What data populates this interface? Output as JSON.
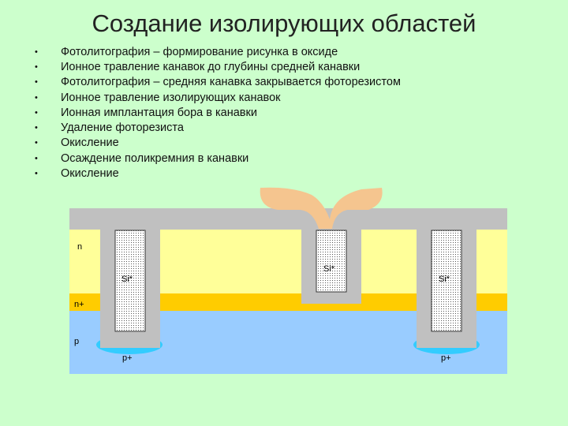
{
  "title": "Создание изолирующих областей",
  "bullets": [
    "Фотолитография – формирование рисунка в оксиде",
    "Ионное травление канавок до глубины средней канавки",
    "Фотолитография – средняя канавка закрывается фоторезистом",
    "Ионное травление изолирующих канавок",
    "Ионная имплантация бора в канавки",
    "Удаление фоторезиста",
    "Окисление",
    "Осаждение поликремния в канавки",
    "Окисление"
  ],
  "bullet_symbol": "•",
  "diagram": {
    "labels": {
      "n_layer": "n",
      "n_plus_layer": "n+",
      "p_substrate": "p",
      "polysilicon": "Si*",
      "p_plus_implant": "p+"
    },
    "colors": {
      "background": "#ccffcc",
      "n_layer": "#ffff99",
      "n_plus_layer": "#ffcc00",
      "p_substrate": "#99ccff",
      "oxide": "#c0c0c0",
      "photoresist": "#f5c58f",
      "p_plus_implant": "#33ccff"
    }
  }
}
